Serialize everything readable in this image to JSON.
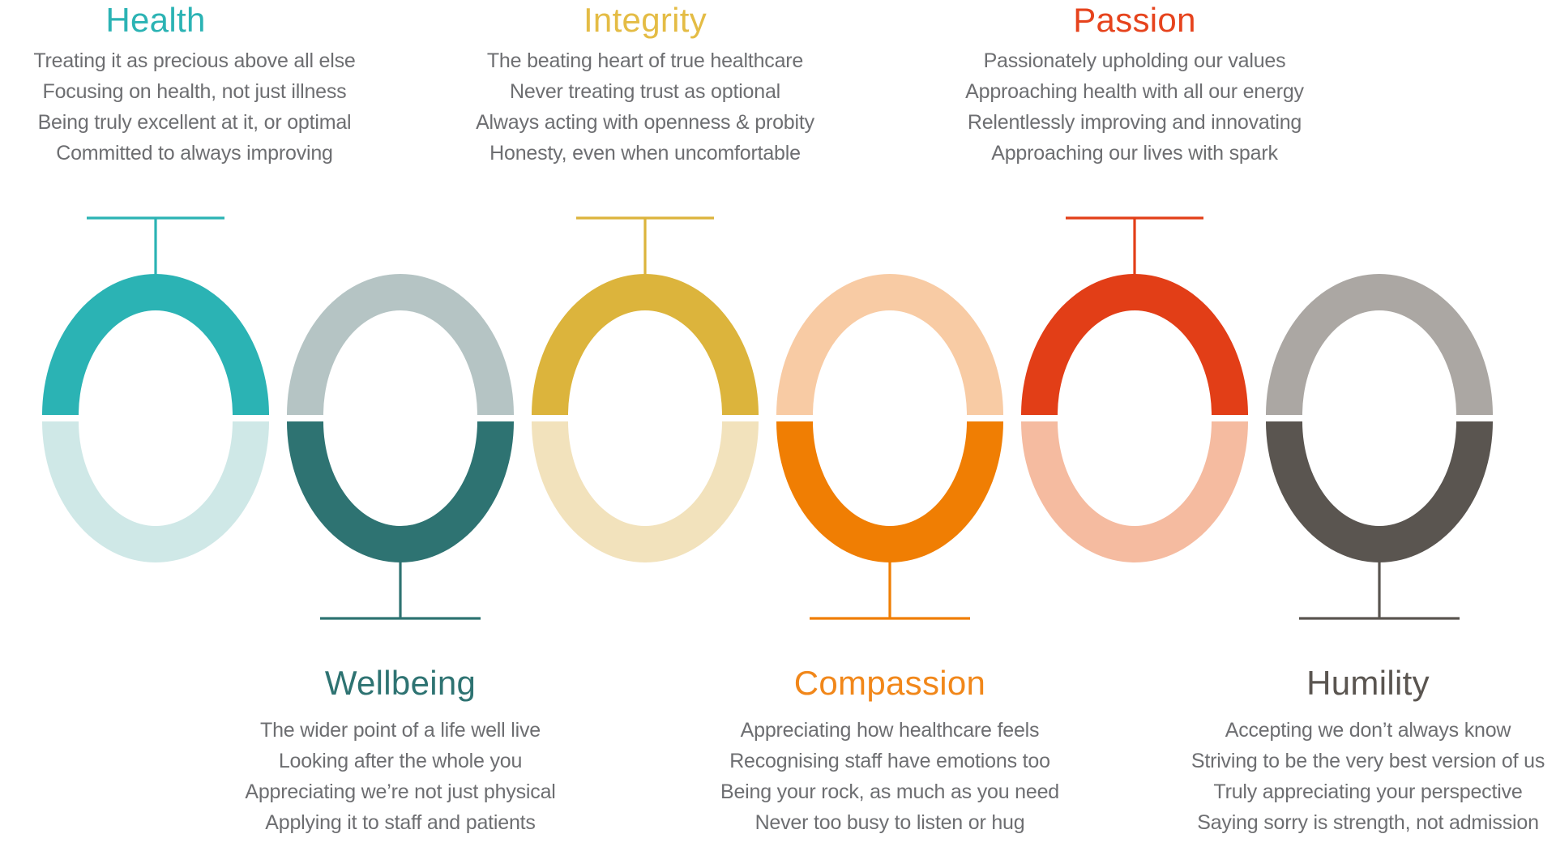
{
  "canvas": {
    "background_color": "#ffffff",
    "text_color": "#6d6e71"
  },
  "values": [
    {
      "id": "health",
      "title": "Health",
      "row": "top",
      "title_color": "#2bb3b4",
      "ring": {
        "main_color": "#2bb3b4",
        "pale_color": "#cfe8e7"
      },
      "lines": [
        "Treating it as precious above all else",
        "Focusing on health, not just illness",
        "Being truly excellent at it, or optimal",
        "Committed to always improving"
      ]
    },
    {
      "id": "wellbeing",
      "title": "Wellbeing",
      "row": "bottom",
      "title_color": "#2e7372",
      "ring": {
        "main_color": "#2e7372",
        "pale_color": "#b5c4c4"
      },
      "lines": [
        "The wider point of a life well live",
        "Looking after the whole you",
        "Appreciating we’re not just physical",
        "Applying it to staff and patients"
      ]
    },
    {
      "id": "integrity",
      "title": "Integrity",
      "row": "top",
      "title_color": "#e4bc45",
      "ring": {
        "main_color": "#dcb43c",
        "pale_color": "#f2e2bc"
      },
      "lines": [
        "The beating heart of true healthcare",
        "Never treating trust as optional",
        "Always acting with openness & probity",
        "Honesty, even when uncomfortable"
      ]
    },
    {
      "id": "compassion",
      "title": "Compassion",
      "row": "bottom",
      "title_color": "#f1871a",
      "ring": {
        "main_color": "#f07e03",
        "pale_color": "#f8cba4"
      },
      "lines": [
        "Appreciating how healthcare feels",
        "Recognising staff have emotions too",
        "Being your rock, as much as you need",
        "Never too busy to listen or hug"
      ]
    },
    {
      "id": "passion",
      "title": "Passion",
      "row": "top",
      "title_color": "#e6431d",
      "ring": {
        "main_color": "#e23e17",
        "pale_color": "#f5bba0"
      },
      "lines": [
        "Passionately upholding our values",
        "Approaching health with all our energy",
        "Relentlessly improving and innovating",
        "Approaching our lives with spark"
      ]
    },
    {
      "id": "humility",
      "title": "Humility",
      "row": "bottom",
      "title_color": "#5a5550",
      "ring": {
        "main_color": "#5a5550",
        "pale_color": "#aba7a3"
      },
      "lines": [
        "Accepting we don’t always know",
        "Striving to be the very best version of us",
        "Truly appreciating your perspective",
        "Saying sorry is strength, not admission"
      ]
    }
  ]
}
